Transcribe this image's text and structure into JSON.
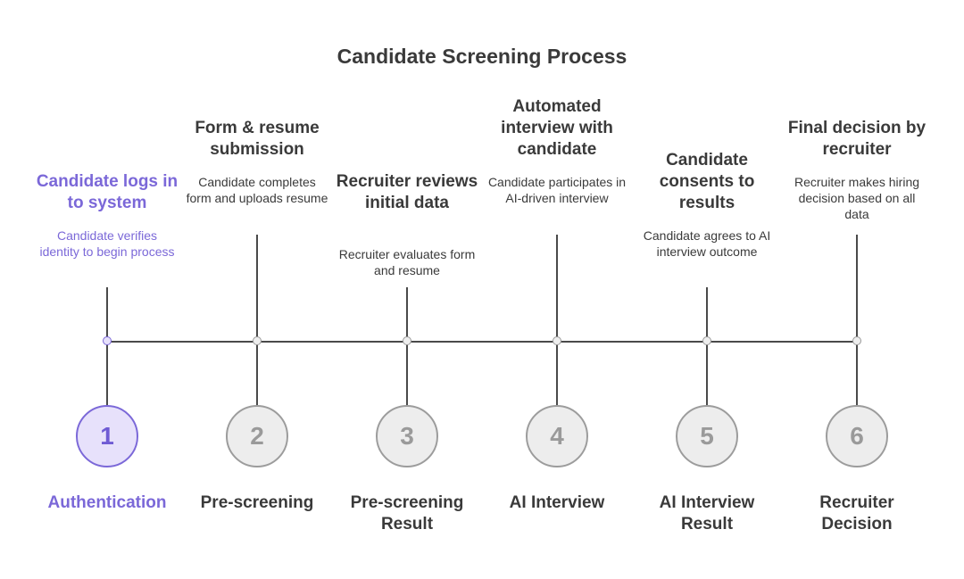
{
  "title": "Candidate Screening Process",
  "colors": {
    "accent": "#7b68d8",
    "accent_fill": "#e7e1fb",
    "inactive_fill": "#ededed",
    "inactive_stroke": "#9c9c9c",
    "line": "#4a4a4a"
  },
  "steps": [
    {
      "number": "1",
      "label": "Authentication",
      "heading": "Candidate logs in to system",
      "description": "Candidate verifies identity to begin process",
      "active": true
    },
    {
      "number": "2",
      "label": "Pre-screening",
      "heading": "Form & resume submission",
      "description": "Candidate completes form and uploads resume",
      "active": false
    },
    {
      "number": "3",
      "label": "Pre-screening Result",
      "heading": "Recruiter reviews initial data",
      "description": "Recruiter evaluates form and resume",
      "active": false
    },
    {
      "number": "4",
      "label": "AI Interview",
      "heading": "Automated interview with candidate",
      "description": "Candidate participates in AI-driven interview",
      "active": false
    },
    {
      "number": "5",
      "label": "AI Interview Result",
      "heading": "Candidate consents to results",
      "description": "Candidate agrees to AI interview outcome",
      "active": false
    },
    {
      "number": "6",
      "label": "Recruiter Decision",
      "heading": "Final decision by recruiter",
      "description": "Recruiter makes hiring decision based on all data",
      "active": false
    }
  ]
}
